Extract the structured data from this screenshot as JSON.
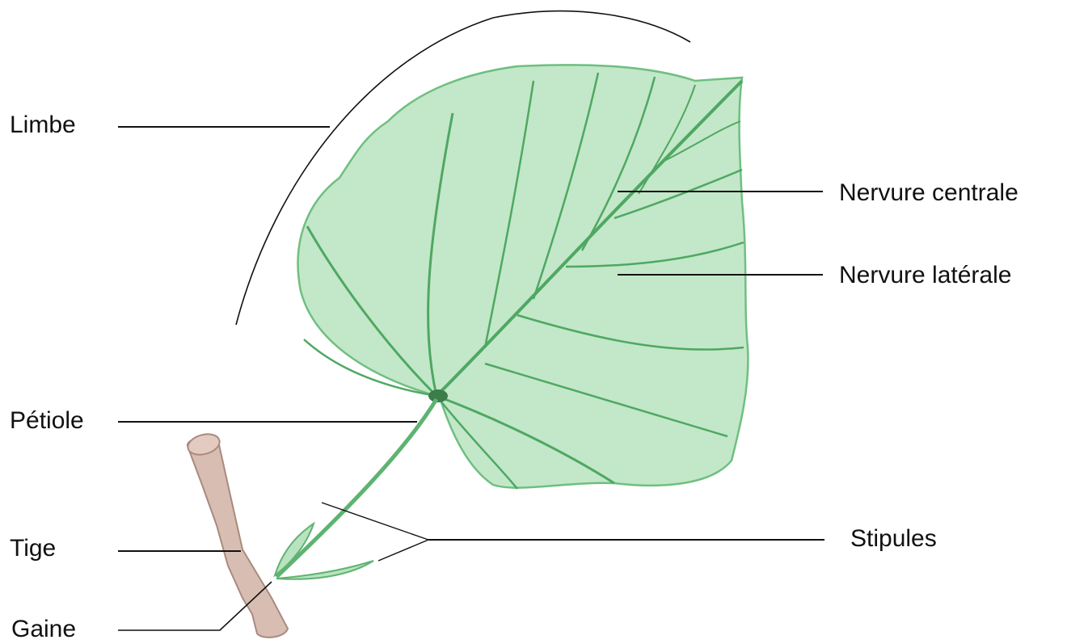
{
  "labels": {
    "limbe": "Limbe",
    "petiole": "Pétiole",
    "tige": "Tige",
    "gaine": "Gaine",
    "nervure_centrale": "Nervure centrale",
    "nervure_laterale": "Nervure latérale",
    "stipules": "Stipules"
  },
  "colors": {
    "background": "#ffffff",
    "text": "#111111",
    "leader_line": "#111111",
    "leaf_fill": "#b9e3c0",
    "leaf_edge": "#6fbf80",
    "vein": "#4ea862",
    "stem_fill": "#d8bdb3",
    "stem_edge": "#a98a7e"
  },
  "icons": {
    "leaf": "leaf-illustration",
    "stem": "stem-illustration"
  }
}
